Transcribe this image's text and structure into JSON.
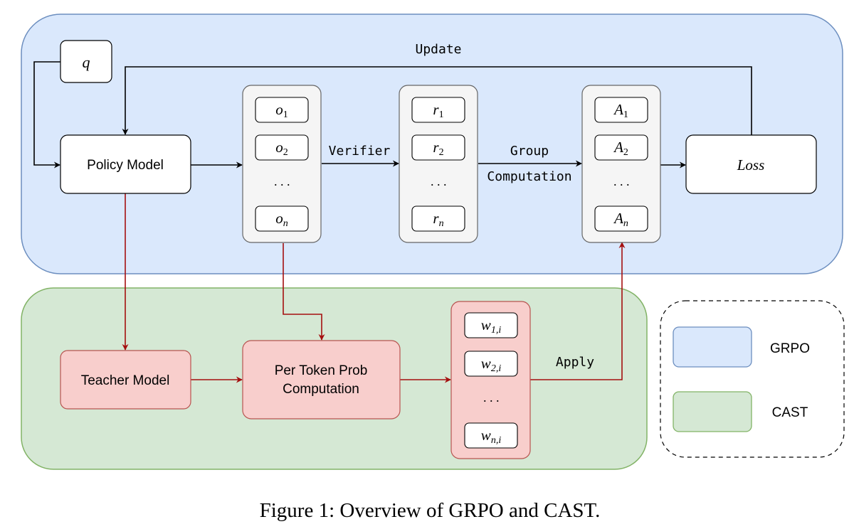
{
  "diagram": {
    "update_label": "Update",
    "verifier_label": "Verifier",
    "group_label_line1": "Group",
    "group_label_line2": "Computation",
    "apply_label": "Apply",
    "q_label": "q",
    "policy_model": "Policy Model",
    "loss": "Loss",
    "teacher_model": "Teacher Model",
    "per_token_line1": "Per Token Prob",
    "per_token_line2": "Computation",
    "ellipsis": "· · ·",
    "outputs": {
      "o1": "1",
      "o2": "2",
      "on": "n",
      "letter": "o"
    },
    "rewards": {
      "r1": "1",
      "r2": "2",
      "rn": "n",
      "letter": "r"
    },
    "advantages": {
      "a1": "1",
      "a2": "2",
      "an": "n",
      "letter": "A"
    },
    "weights": {
      "w1": "1,i",
      "w2": "2,i",
      "wn": "n,i",
      "letter": "w"
    },
    "legend": [
      {
        "label": "GRPO",
        "color": "#dae8fc"
      },
      {
        "label": "CAST",
        "color": "#d5e8d4"
      }
    ]
  },
  "caption": "Figure 1: Overview of GRPO and CAST.",
  "colors": {
    "grpo_fill": "#dae8fc",
    "grpo_stroke": "#6c8ebf",
    "cast_fill": "#d5e8d4",
    "cast_stroke": "#82b366",
    "teacher_fill": "#f8cecc",
    "teacher_stroke": "#b85450",
    "red_arrow": "#a50f0f"
  }
}
